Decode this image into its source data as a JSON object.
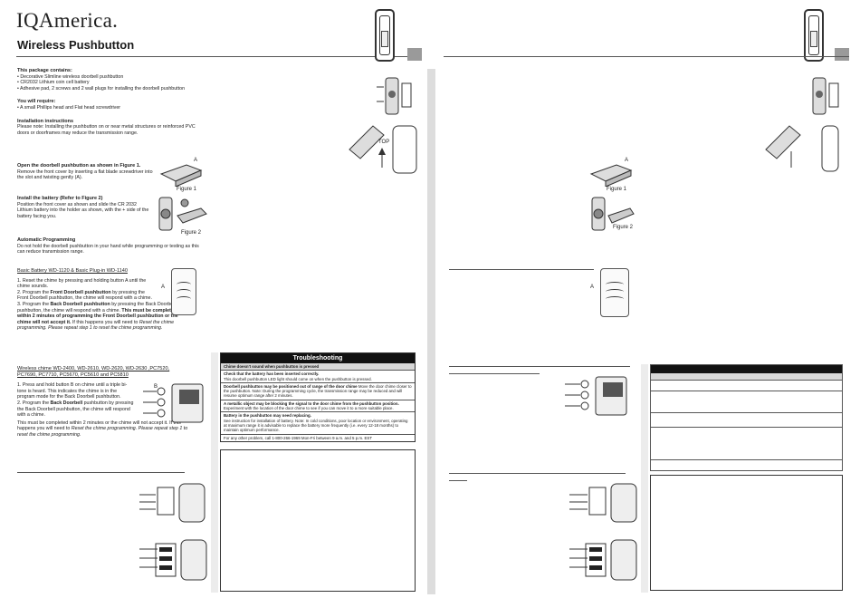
{
  "brand": "IQAmerica.",
  "page_title": "Wireless Pushbutton",
  "package": {
    "heading": "This package contains:",
    "items": [
      "Decorative Slimline wireless doorbell pushbutton",
      "CR2032 Lithium coin cell battery",
      "Adhesive pad, 2 screws and 2 wall plugs for installing the doorbell pushbutton"
    ]
  },
  "require": {
    "heading": "You will require:",
    "items": [
      "A small Phillips head and Flat head screwdriver"
    ]
  },
  "install": {
    "heading": "Installation instructions",
    "text": "Please note: Installing the pushbutton on or near metal structures or reinforced PVC doors or doorframes may reduce the transmission range."
  },
  "open": {
    "heading": "Open the doorbell pushbutton as shown in Figure 1.",
    "text": "Remove the front cover by inserting a flat blade screwdriver into the slot and twisting gently (A)."
  },
  "battery": {
    "heading": "Install the battery (Refer to Figure 2)",
    "text": "Position the front cover as shown and slide the CR 2032 Lithium battery into the holder as shown, with the + side of the battery facing you."
  },
  "auto": {
    "heading": "Automatic Programming",
    "text": "Do not hold the doorbell pushbutton in your hand while programming or testing as this can reduce transmission range."
  },
  "figures": {
    "fig1": "Figure 1",
    "fig2": "Figure 2",
    "label_a": "A",
    "label_b": "B",
    "top": "TOP"
  },
  "basic": {
    "heading": "Basic Battery WD-1120 & Basic Plug-in WD-1140",
    "s1": "1. Reset the chime by pressing and holding button A until the chime sounds.",
    "s2a": "2. Program the ",
    "s2b": "Front Doorbell pushbutton",
    "s2c": " by pressing the Front Doorbell pushbutton, the chime will respond with a chime.",
    "s3a": "3. Program the ",
    "s3b": "Back Doorbell pushbutton",
    "s3c": " by pressing the Back Doorbell pushbutton, the chime will respond with a chime. ",
    "s3d": "This must be completed within 2 minutes of programming the Front Doorbell pushbutton or the chime will not accept it.",
    "s3e": " If this happens you will need to ",
    "s3f": "Reset the chime programming. Please repeat step 1 to reset the chime programming."
  },
  "wireless": {
    "heading1": "Wireless chime WD-2400, WD-2610, WD-2620, WD-2630 ,PC7520,",
    "heading2": "PC7690, PC7710, PC5670, PC5610 and PC5810",
    "s1": "1. Press and hold button B on chime until a triple bi-tone is heard. This indicates the chime is in the program mode for the Back Doorbell pushbutton.",
    "s2a": "2. Program the ",
    "s2b": "Back Doorbell",
    "s2c": " pushbutton by pressing the Back Doorbell pushbutton, the chime will respond with a chime.",
    "s3": "This must be completed within 2 minutes or the chime will not accept it. If this happens you will need to ",
    "s3i": "Reset the chime programming. Please repeat step 1 to reset the chime programming."
  },
  "trouble": {
    "title": "Troubleshooting",
    "rows": [
      {
        "b": "Chime doesn't sound when pushbutton is pressed",
        "t": "",
        "shade": true
      },
      {
        "b": "Check that the battery has been inserted correctly.",
        "t": "This doorbell pushbutton LED light should come on when the pushbutton is pressed.",
        "shade": false
      },
      {
        "b": "Doorbell pushbutton may be positioned out of range of the door chime",
        "t": "Move the door chime closer to the pushbutton. Note: During the programming cycle, the transmission range may be reduced and will resume optimum range after 2 minutes.",
        "shade": false
      },
      {
        "b": "A metallic object may be blocking the signal to the door chime from the pushbutton position.",
        "t": "Experiment with the location of the door chime to see if you can move it to a more suitable place.",
        "shade": false
      },
      {
        "b": "Battery in the pushbutton may need replacing.",
        "t": "See instruction for installation of battery. Note: In cold conditions, poor location or environment, operating at maximum range it is advisable to replace the battery more frequently (i.e. every 12-18 months) to maintain optimum performance.",
        "shade": false
      },
      {
        "b": "",
        "t": "For any other problem, call 1-800-266-1969 Mon-Fri between 9 a.m. and 5 p.m. EST",
        "shade": false
      }
    ]
  }
}
